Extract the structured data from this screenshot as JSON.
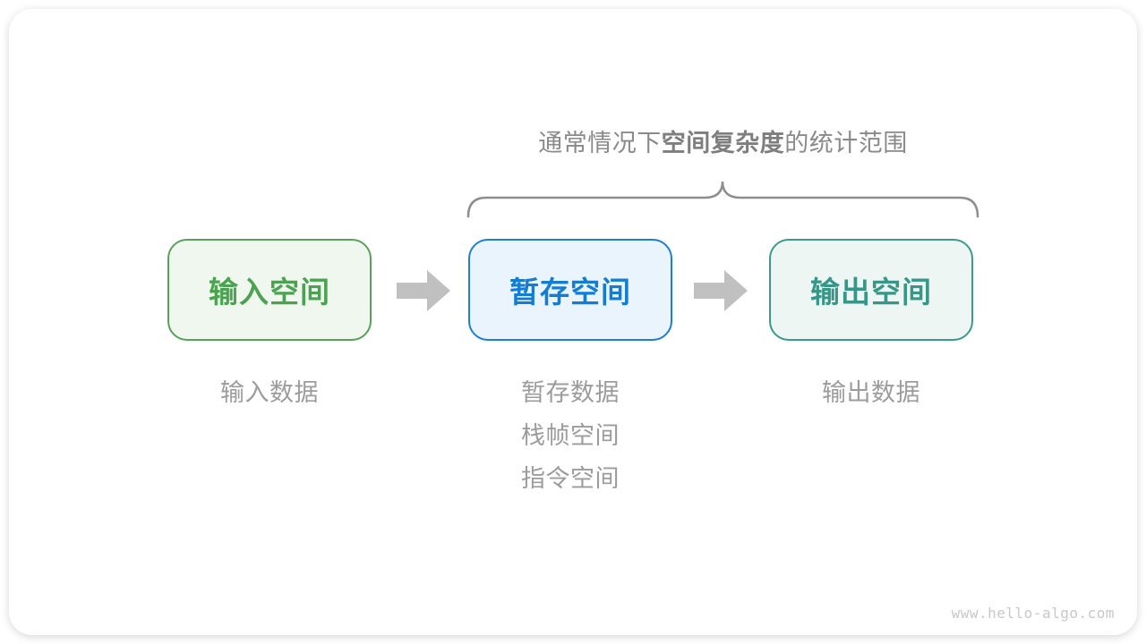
{
  "title": {
    "prefix": "通常情况下",
    "bold_term": "空间复杂度",
    "suffix": "的统计范围"
  },
  "boxes": [
    {
      "label": "输入空间",
      "border_color": "#58a05c",
      "fill_color": "#f0f7ef",
      "text_color": "#4ba351",
      "notes": [
        "输入数据"
      ]
    },
    {
      "label": "暂存空间",
      "border_color": "#1d7fd4",
      "fill_color": "#eaf4fc",
      "text_color": "#147dd2",
      "notes": [
        "暂存数据",
        "栈帧空间",
        "指令空间"
      ]
    },
    {
      "label": "输出空间",
      "border_color": "#3d9a8b",
      "fill_color": "#edf6f3",
      "text_color": "#379687",
      "notes": [
        "输出数据"
      ]
    }
  ],
  "colors": {
    "arrow": "#c0c0c0",
    "brace": "#8e8e8e"
  },
  "watermark": "www.hello-algo.com"
}
